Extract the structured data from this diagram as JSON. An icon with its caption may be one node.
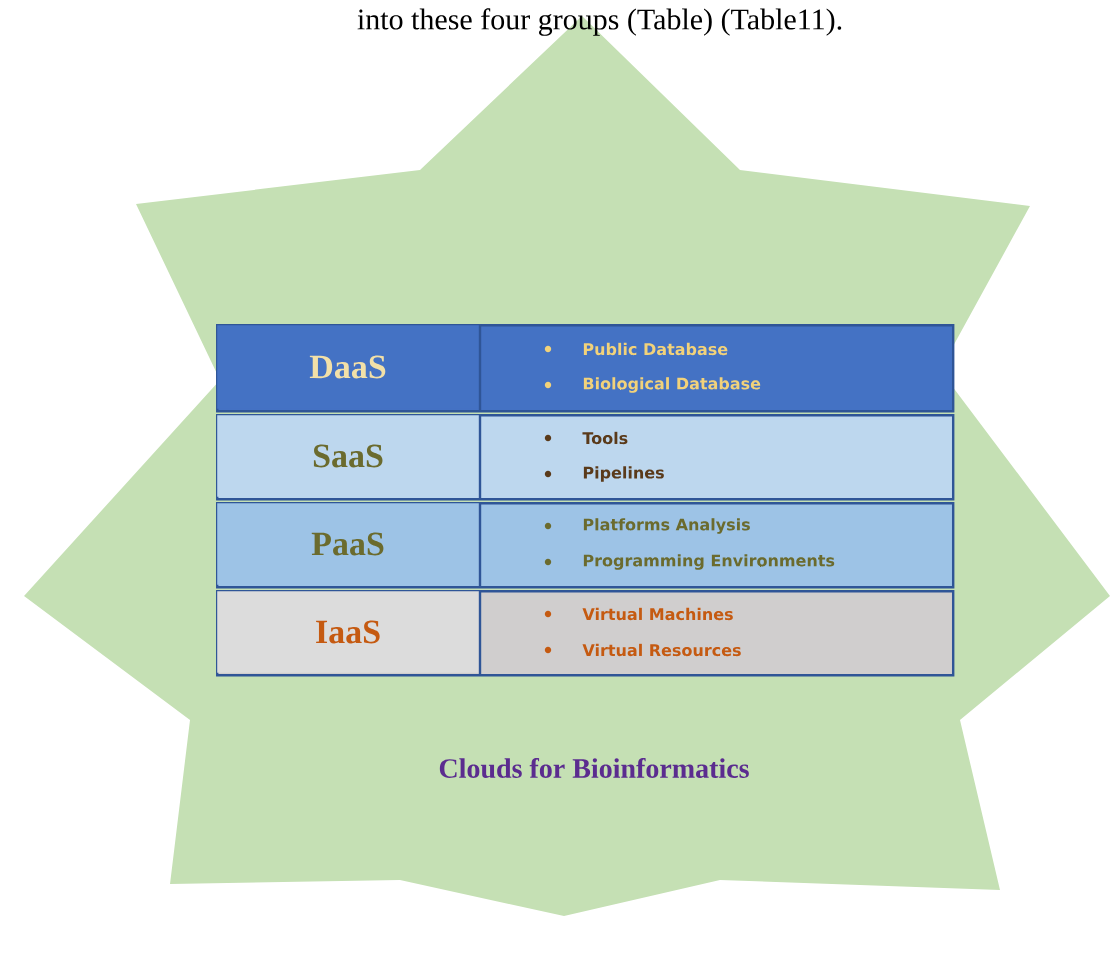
{
  "diagram": {
    "nodes": [
      {
        "text": [
          "Clouds for Bioinformatics"
        ]
      },
      {
        "text": [
          "DaaS",
          "Public Database",
          "Biological Database"
        ],
        "in": 0
      },
      {
        "text": [
          "SaaS",
          "Tools",
          "Pipelines"
        ],
        "in": 0
      },
      {
        "text": [
          "PaaS",
          "Platforms Analysis",
          "Programming Environments"
        ],
        "in": 0
      },
      {
        "text": [
          "IaaS",
          "Virtual Machines",
          "Virtual Resources"
        ],
        "in": 0
      }
    ],
    "labels": [
      "into these four groups (Table) (Table11)."
    ]
  }
}
